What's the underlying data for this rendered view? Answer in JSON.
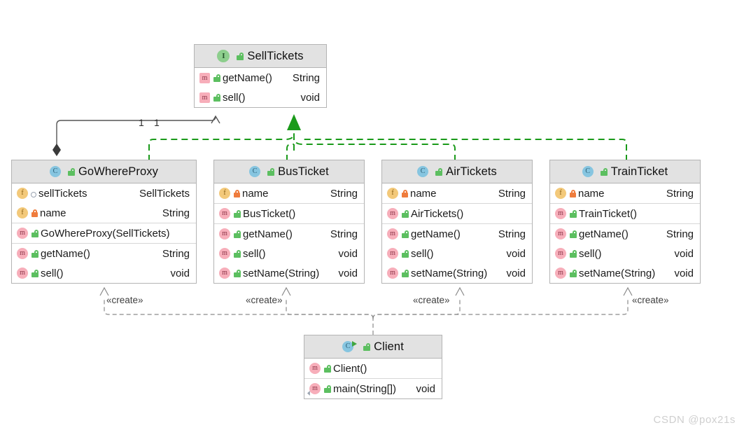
{
  "diagram": {
    "kind": "uml-class-diagram",
    "watermark": "CSDN @pox21s",
    "colors": {
      "box_border": "#b4b4b4",
      "header_bg": "#e2e2e2",
      "realization": "#1a9a1a",
      "dependency": "#808080",
      "aggregation": "#555555",
      "class_icon": "#86c5e0",
      "interface_icon": "#8dce8d",
      "field_icon": "#f3c97a",
      "method_icon": "#f7aeba"
    }
  },
  "classes": {
    "sellTickets": {
      "name": "SellTickets",
      "stereotype_icon": "interface-icon",
      "sections": [
        {
          "rows": [
            {
              "icon": "abstract-method-icon",
              "visibility": "public",
              "member": "getName()",
              "type": "String"
            },
            {
              "icon": "abstract-method-icon",
              "visibility": "public",
              "member": "sell()",
              "type": "void"
            }
          ]
        }
      ]
    },
    "goWhereProxy": {
      "name": "GoWhereProxy",
      "stereotype_icon": "class-icon",
      "sections": [
        {
          "rows": [
            {
              "icon": "field-icon",
              "visibility": "package",
              "member": "sellTickets",
              "type": "SellTickets"
            },
            {
              "icon": "field-icon",
              "visibility": "private",
              "member": "name",
              "type": "String"
            }
          ]
        },
        {
          "rows": [
            {
              "icon": "method-icon",
              "visibility": "public",
              "member": "GoWhereProxy(SellTickets)",
              "type": ""
            }
          ]
        },
        {
          "rows": [
            {
              "icon": "method-icon",
              "visibility": "public",
              "member": "getName()",
              "type": "String"
            },
            {
              "icon": "method-icon",
              "visibility": "public",
              "member": "sell()",
              "type": "void"
            }
          ]
        }
      ]
    },
    "busTicket": {
      "name": "BusTicket",
      "stereotype_icon": "class-icon",
      "sections": [
        {
          "rows": [
            {
              "icon": "field-icon",
              "visibility": "private",
              "member": "name",
              "type": "String"
            }
          ]
        },
        {
          "rows": [
            {
              "icon": "method-icon",
              "visibility": "public",
              "member": "BusTicket()",
              "type": ""
            }
          ]
        },
        {
          "rows": [
            {
              "icon": "method-icon",
              "visibility": "public",
              "member": "getName()",
              "type": "String"
            },
            {
              "icon": "method-icon",
              "visibility": "public",
              "member": "sell()",
              "type": "void"
            },
            {
              "icon": "method-icon",
              "visibility": "public",
              "member": "setName(String)",
              "type": "void"
            }
          ]
        }
      ]
    },
    "airTickets": {
      "name": "AirTickets",
      "stereotype_icon": "class-icon",
      "sections": [
        {
          "rows": [
            {
              "icon": "field-icon",
              "visibility": "private",
              "member": "name",
              "type": "String"
            }
          ]
        },
        {
          "rows": [
            {
              "icon": "method-icon",
              "visibility": "public",
              "member": "AirTickets()",
              "type": ""
            }
          ]
        },
        {
          "rows": [
            {
              "icon": "method-icon",
              "visibility": "public",
              "member": "getName()",
              "type": "String"
            },
            {
              "icon": "method-icon",
              "visibility": "public",
              "member": "sell()",
              "type": "void"
            },
            {
              "icon": "method-icon",
              "visibility": "public",
              "member": "setName(String)",
              "type": "void"
            }
          ]
        }
      ]
    },
    "trainTicket": {
      "name": "TrainTicket",
      "stereotype_icon": "class-icon",
      "sections": [
        {
          "rows": [
            {
              "icon": "field-icon",
              "visibility": "private",
              "member": "name",
              "type": "String"
            }
          ]
        },
        {
          "rows": [
            {
              "icon": "method-icon",
              "visibility": "public",
              "member": "TrainTicket()",
              "type": ""
            }
          ]
        },
        {
          "rows": [
            {
              "icon": "method-icon",
              "visibility": "public",
              "member": "getName()",
              "type": "String"
            },
            {
              "icon": "method-icon",
              "visibility": "public",
              "member": "sell()",
              "type": "void"
            },
            {
              "icon": "method-icon",
              "visibility": "public",
              "member": "setName(String)",
              "type": "void"
            }
          ]
        }
      ]
    },
    "client": {
      "name": "Client",
      "stereotype_icon": "runnable-class-icon",
      "sections": [
        {
          "rows": [
            {
              "icon": "method-icon",
              "visibility": "public",
              "member": "Client()",
              "type": ""
            }
          ]
        },
        {
          "rows": [
            {
              "icon": "main-method-icon",
              "visibility": "public",
              "member": "main(String[])",
              "type": "void"
            }
          ]
        }
      ]
    }
  },
  "relationships": {
    "aggregation": {
      "from": "GoWhereProxy",
      "to": "SellTickets",
      "source_multiplicity": "1",
      "target_multiplicity": "1"
    },
    "realizations": [
      {
        "from": "GoWhereProxy",
        "to": "SellTickets"
      },
      {
        "from": "BusTicket",
        "to": "SellTickets"
      },
      {
        "from": "AirTickets",
        "to": "SellTickets"
      },
      {
        "from": "TrainTicket",
        "to": "SellTickets"
      }
    ],
    "dependencies": [
      {
        "from": "Client",
        "to": "GoWhereProxy",
        "label": "«create»"
      },
      {
        "from": "Client",
        "to": "BusTicket",
        "label": "«create»"
      },
      {
        "from": "Client",
        "to": "AirTickets",
        "label": "«create»"
      },
      {
        "from": "Client",
        "to": "TrainTicket",
        "label": "«create»"
      }
    ]
  }
}
